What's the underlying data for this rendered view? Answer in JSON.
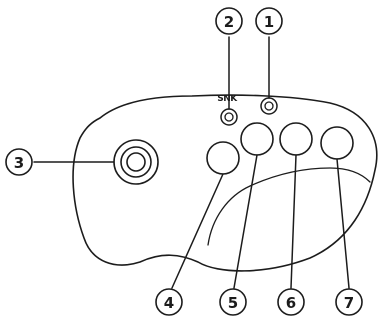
{
  "logo": {
    "text": "SNK"
  },
  "callouts": [
    {
      "id": "1",
      "label": "1"
    },
    {
      "id": "2",
      "label": "2"
    },
    {
      "id": "3",
      "label": "3"
    },
    {
      "id": "4",
      "label": "4"
    },
    {
      "id": "5",
      "label": "5"
    },
    {
      "id": "6",
      "label": "6"
    },
    {
      "id": "7",
      "label": "7"
    }
  ]
}
